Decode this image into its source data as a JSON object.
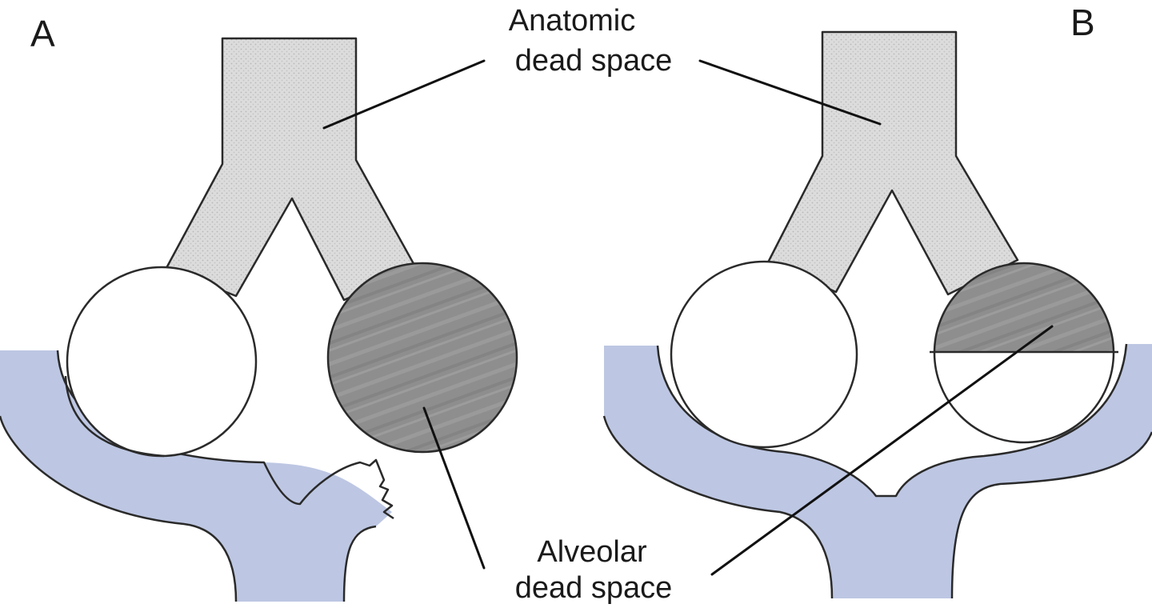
{
  "panels": {
    "left_letter": "A",
    "right_letter": "B"
  },
  "callouts": {
    "anatomic": {
      "line1": "Anatomic",
      "line2": "dead space"
    },
    "alveolar": {
      "line1": "Alveolar",
      "line2": "dead space"
    }
  },
  "colors": {
    "airway_fill": "#dcdcdc",
    "dead_alveolus_fill": "#8e8e8e",
    "capillary_fill": "#bdc7e3",
    "alveolus_fill": "#ffffff",
    "outline": "#2a2a2a"
  }
}
